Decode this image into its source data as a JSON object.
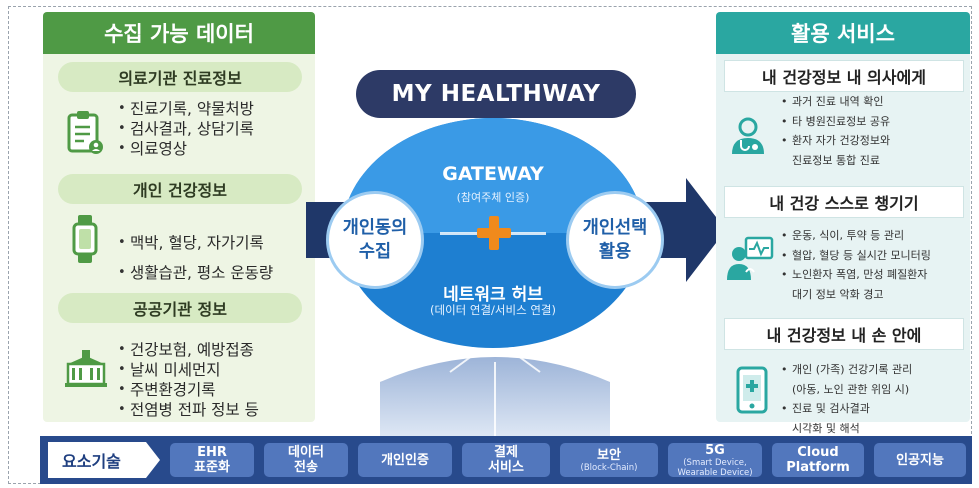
{
  "left": {
    "title": "수집 가능 데이터",
    "sections": [
      {
        "header": "의료기관 진료정보",
        "icon": "clipboard-icon",
        "items": [
          "진료기록, 약물처방",
          "검사결과, 상담기록",
          "의료영상"
        ]
      },
      {
        "header": "개인 건강정보",
        "icon": "smartwatch-icon",
        "items": [
          "맥박, 혈당, 자가기록",
          "생활습관, 평소 운동량"
        ]
      },
      {
        "header": "공공기관 정보",
        "icon": "building-icon",
        "items": [
          "건강보험, 예방접종",
          "날씨 미세먼지",
          "주변환경기록",
          "전염병 전파 정보 등"
        ]
      }
    ]
  },
  "center": {
    "banner": "MY HEALTHWAY",
    "gateway": "GATEWAY",
    "gateway_sub": "(참여주체 인증)",
    "hub": "네트워크 허브",
    "hub_sub": "(데이터 연결/서비스 연결)",
    "left_circle": [
      "개인동의",
      "수집"
    ],
    "right_circle": [
      "개인선택",
      "활용"
    ],
    "plus_icon": "plus-icon"
  },
  "right": {
    "title": "활용 서비스",
    "sections": [
      {
        "header": "내 건강정보 내 의사에게",
        "icon": "doctor-icon",
        "lines": [
          {
            "text": "과거 진료 내역 확인",
            "bullet": true
          },
          {
            "text": "타 병원진료정보 공유",
            "bullet": true
          },
          {
            "text": "환자 자가 건강정보와",
            "bullet": true
          },
          {
            "text": "진료정보 통합 진료",
            "bullet": false
          }
        ]
      },
      {
        "header": "내 건강 스스로 챙기기",
        "icon": "health-monitor-icon",
        "lines": [
          {
            "text": "운동, 식이, 투약 등 관리",
            "bullet": true
          },
          {
            "text": "혈압, 혈당 등 실시간 모니터링",
            "bullet": true
          },
          {
            "text": "노인환자 폭염, 만성 폐질환자",
            "bullet": true
          },
          {
            "text": "대기 정보 악화 경고",
            "bullet": false
          }
        ]
      },
      {
        "header": "내 건강정보 내 손 안에",
        "icon": "mobile-health-icon",
        "lines": [
          {
            "text": "개인 (가족) 건강기록 관리",
            "bullet": true
          },
          {
            "text": "(아동, 노인 관한 위임 시)",
            "bullet": false
          },
          {
            "text": "진료 및 검사결과",
            "bullet": true
          },
          {
            "text": "시각화 및 해석",
            "bullet": false
          }
        ]
      }
    ]
  },
  "bottom": {
    "lead": "요소기술",
    "items": [
      {
        "line1": "EHR",
        "line2": "표준화"
      },
      {
        "line1": "데이터",
        "line2": "전송"
      },
      {
        "line1": "개인인증",
        "line2": ""
      },
      {
        "line1": "결제",
        "line2": "서비스"
      },
      {
        "line1": "보안",
        "line2": "(Block-Chain)"
      },
      {
        "line1": "5G",
        "line2": "(Smart Device,",
        "line3": "Wearable Device)"
      },
      {
        "line1": "Cloud",
        "line2": "Platform"
      },
      {
        "line1": "인공지능",
        "line2": ""
      }
    ]
  },
  "colors": {
    "left_accent": "#4f9a45",
    "right_accent": "#2aa7a1",
    "banner": "#2d3a66",
    "hub_blue": "#1e7fd1",
    "bar_navy": "#284a8c",
    "plus": "#f08a1c"
  }
}
